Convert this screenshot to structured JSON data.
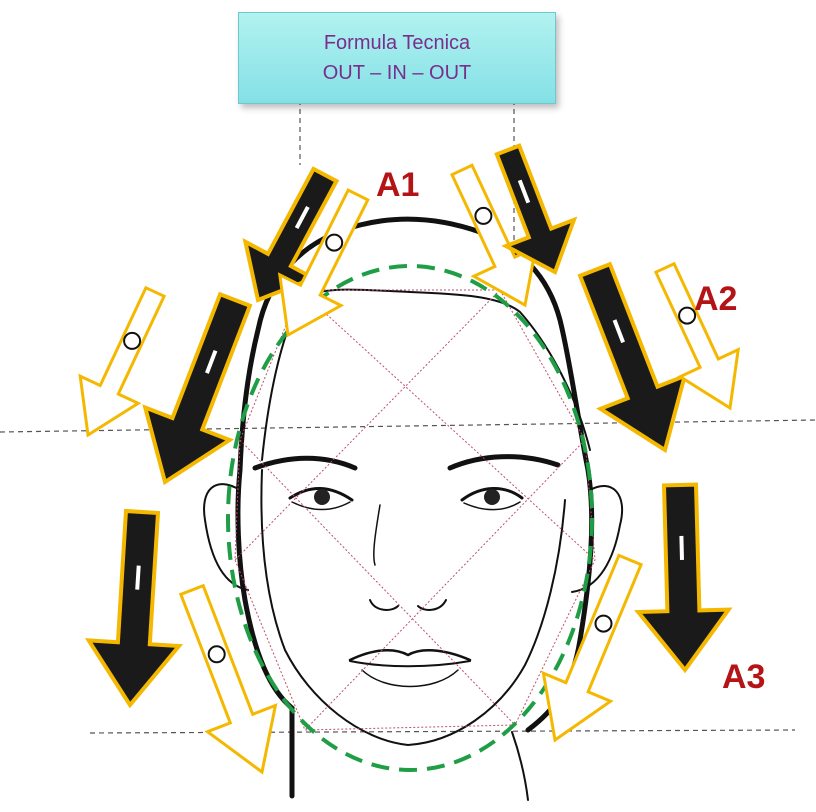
{
  "title": {
    "line1": "Formula Tecnica",
    "line2": "OUT – IN – OUT",
    "text_color": "#7a2e8c"
  },
  "labels": [
    {
      "name": "a1-label",
      "text": "A1"
    },
    {
      "name": "a2-label",
      "text": "A2"
    },
    {
      "name": "a3-label",
      "text": "A3"
    }
  ],
  "colors": {
    "label": "#b51416",
    "arrow_solid_fill": "#1a1a1a",
    "arrow_outline": "#f5b800",
    "oval": "#1f9e46",
    "guide": "#555555",
    "face_line": "#111111",
    "construction": "#c0506a"
  },
  "icons": {
    "solid_arrow_mark": "dash-line",
    "outline_arrow_mark": "circle"
  }
}
